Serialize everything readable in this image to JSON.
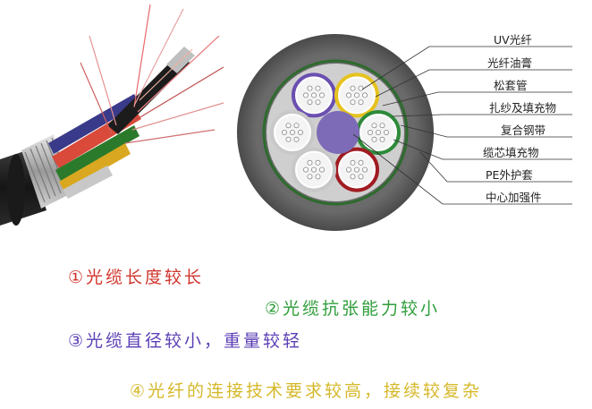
{
  "labels": [
    {
      "text": "UV光纤"
    },
    {
      "text": "光纤油膏"
    },
    {
      "text": "松套管"
    },
    {
      "text": "扎纱及填充物"
    },
    {
      "text": "复合钢带"
    },
    {
      "text": "缆芯填充物"
    },
    {
      "text": "PE外护套"
    },
    {
      "text": "中心加强件"
    }
  ],
  "notes": [
    {
      "text": "①光缆长度较长",
      "color": "#d0342c"
    },
    {
      "text": "②光缆抗张能力较小",
      "color": "#2e9e3a"
    },
    {
      "text": "③光缆直径较小，重量较轻",
      "color": "#5b3fb5"
    },
    {
      "text": "④光纤的连接技术要求较高，接续较复杂",
      "color": "#d6b82a"
    }
  ],
  "tubes": [
    {
      "ring_color": "#6a4fb0"
    },
    {
      "ring_color": "#e6c21e"
    },
    {
      "ring_color": "#2f8a3a"
    },
    {
      "ring_color": "#a01c22"
    },
    {
      "ring_color": "#c8c8c8"
    },
    {
      "ring_color": "#c8c8c8"
    }
  ],
  "colors": {
    "jacket": "#606060",
    "steel_tape": "#2d6b2d",
    "core_bg": "#cfcfcf",
    "central_member": "#7d6bb8"
  }
}
